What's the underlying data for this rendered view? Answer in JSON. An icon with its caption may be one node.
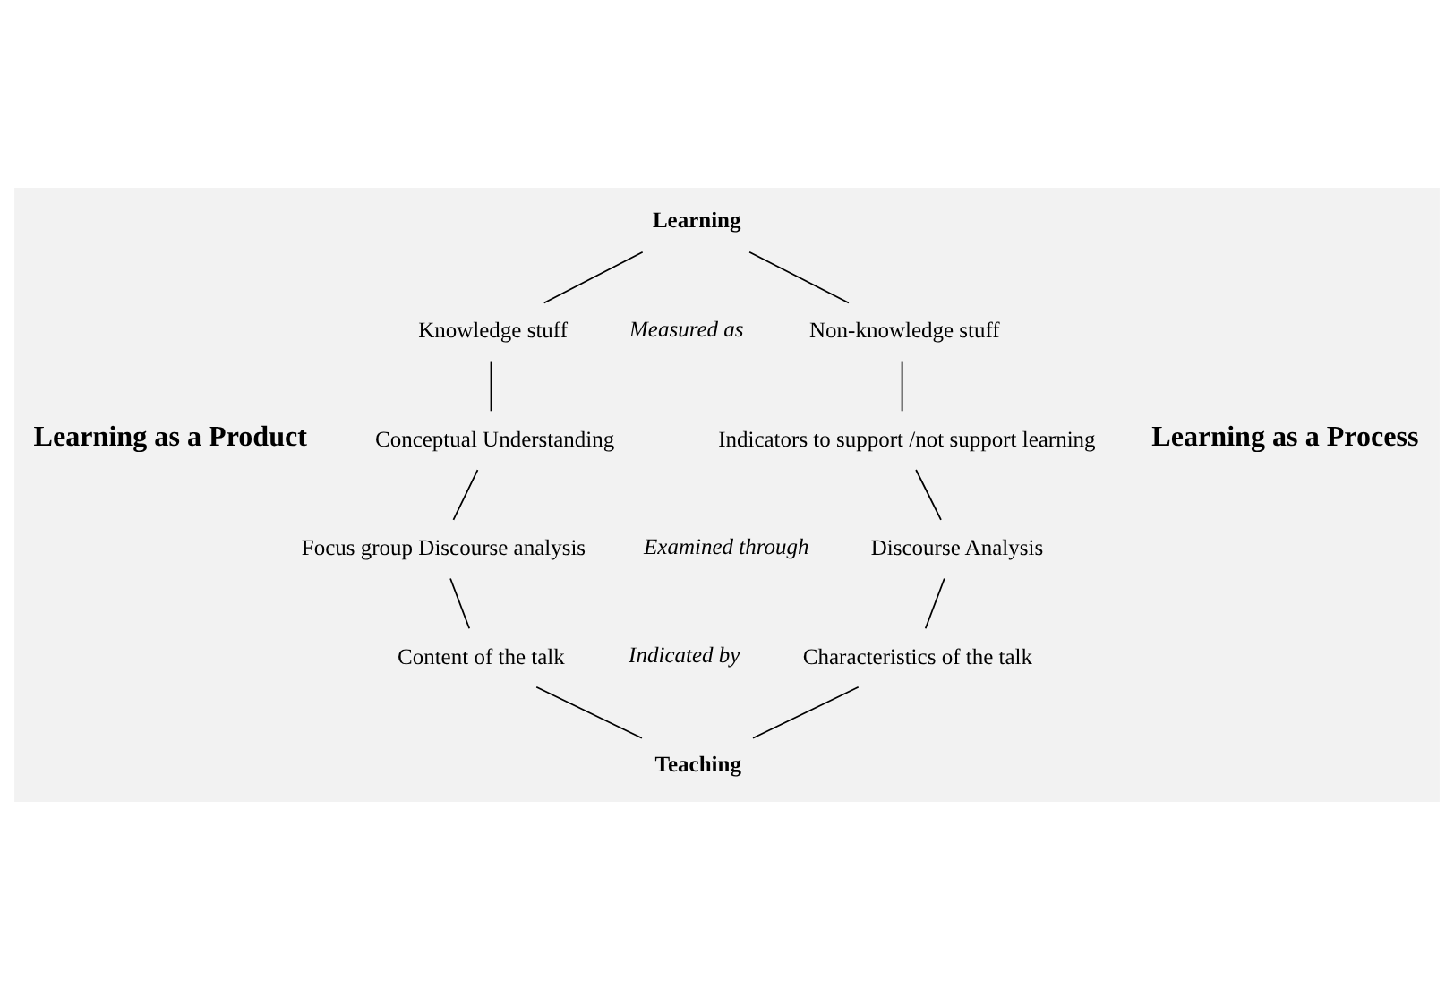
{
  "diagram": {
    "nodes": [
      {
        "text": [
          "Learning"
        ]
      },
      {
        "text": [
          "Knowledge stuff"
        ]
      },
      {
        "text": [
          "Non-knowledge stuff"
        ]
      },
      {
        "text": [
          "Conceptual Understanding"
        ]
      },
      {
        "text": [
          "Indicators to support /not support learning"
        ]
      },
      {
        "text": [
          "Focus group Discourse analysis"
        ]
      },
      {
        "text": [
          "Discourse Analysis"
        ]
      },
      {
        "text": [
          "Content of the talk"
        ]
      },
      {
        "text": [
          "Characteristics of the talk"
        ]
      },
      {
        "text": [
          "Teaching"
        ]
      }
    ],
    "edges": [
      {
        "from": 0,
        "to": 1,
        "arrow": "none"
      },
      {
        "from": 0,
        "to": 2,
        "arrow": "none"
      },
      {
        "from": 1,
        "to": 3,
        "arrow": "none"
      },
      {
        "from": 2,
        "to": 4,
        "arrow": "none"
      },
      {
        "from": 3,
        "to": 5,
        "arrow": "none"
      },
      {
        "from": 4,
        "to": 6,
        "arrow": "none"
      },
      {
        "from": 5,
        "to": 7,
        "arrow": "none"
      },
      {
        "from": 6,
        "to": 8,
        "arrow": "none"
      },
      {
        "from": 7,
        "to": 9,
        "arrow": "none"
      },
      {
        "from": 8,
        "to": 9,
        "arrow": "none"
      }
    ],
    "labels": [
      "Learning as a Product",
      "Measured as",
      "Examined through",
      "Indicated by",
      "Learning as a Process"
    ]
  }
}
